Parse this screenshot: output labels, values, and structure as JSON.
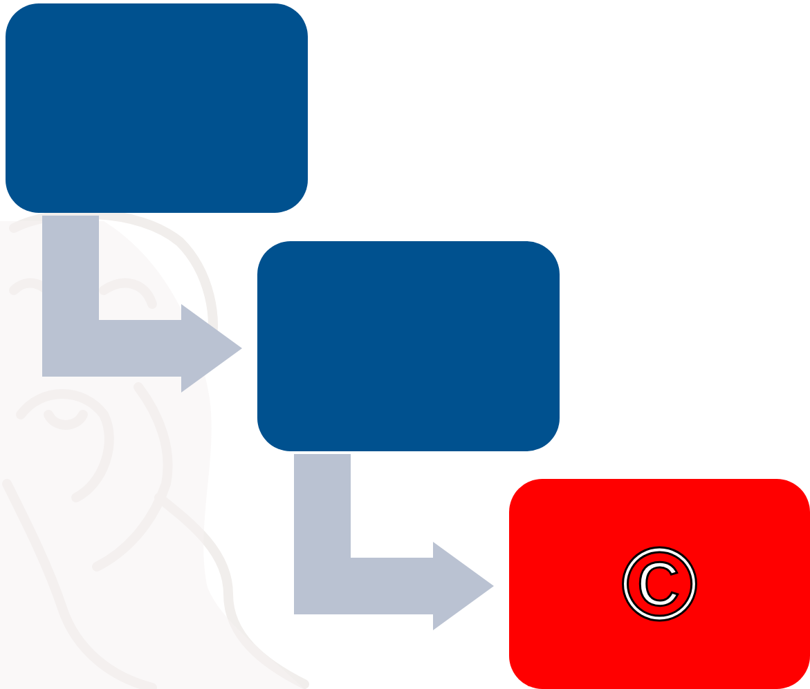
{
  "diagram": {
    "nodes": [
      {
        "text": []
      },
      {
        "text": []
      },
      {
        "text": [
          "©"
        ]
      }
    ],
    "edges": [
      {
        "from": 0,
        "to": 1,
        "arrow": "to"
      },
      {
        "from": 1,
        "to": 2,
        "arrow": "to"
      }
    ]
  }
}
